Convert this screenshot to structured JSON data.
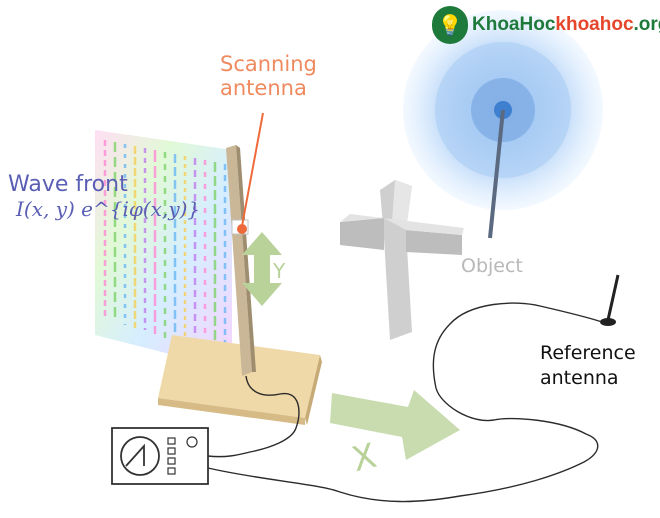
{
  "labels": {
    "scanning_antenna": "Scanning\nantenna",
    "wave_front": "Wave front",
    "wave_formula": "I(x, y) e^{iφ(x,y)}",
    "object": "Object",
    "reference_antenna": "Reference\nantenna",
    "axis_y": "Y",
    "axis_x": "X"
  },
  "watermark": {
    "part1": "KhoaHoc",
    "part2": "khoahoc",
    "part3": ".org"
  },
  "colors": {
    "scan_accent": "#ef8a5f",
    "wave_text": "#5a5fb5",
    "arrow_green": "#b9d29a",
    "object_grey": "#b8b8b8",
    "sphere_blue": "#6fa5e6"
  }
}
